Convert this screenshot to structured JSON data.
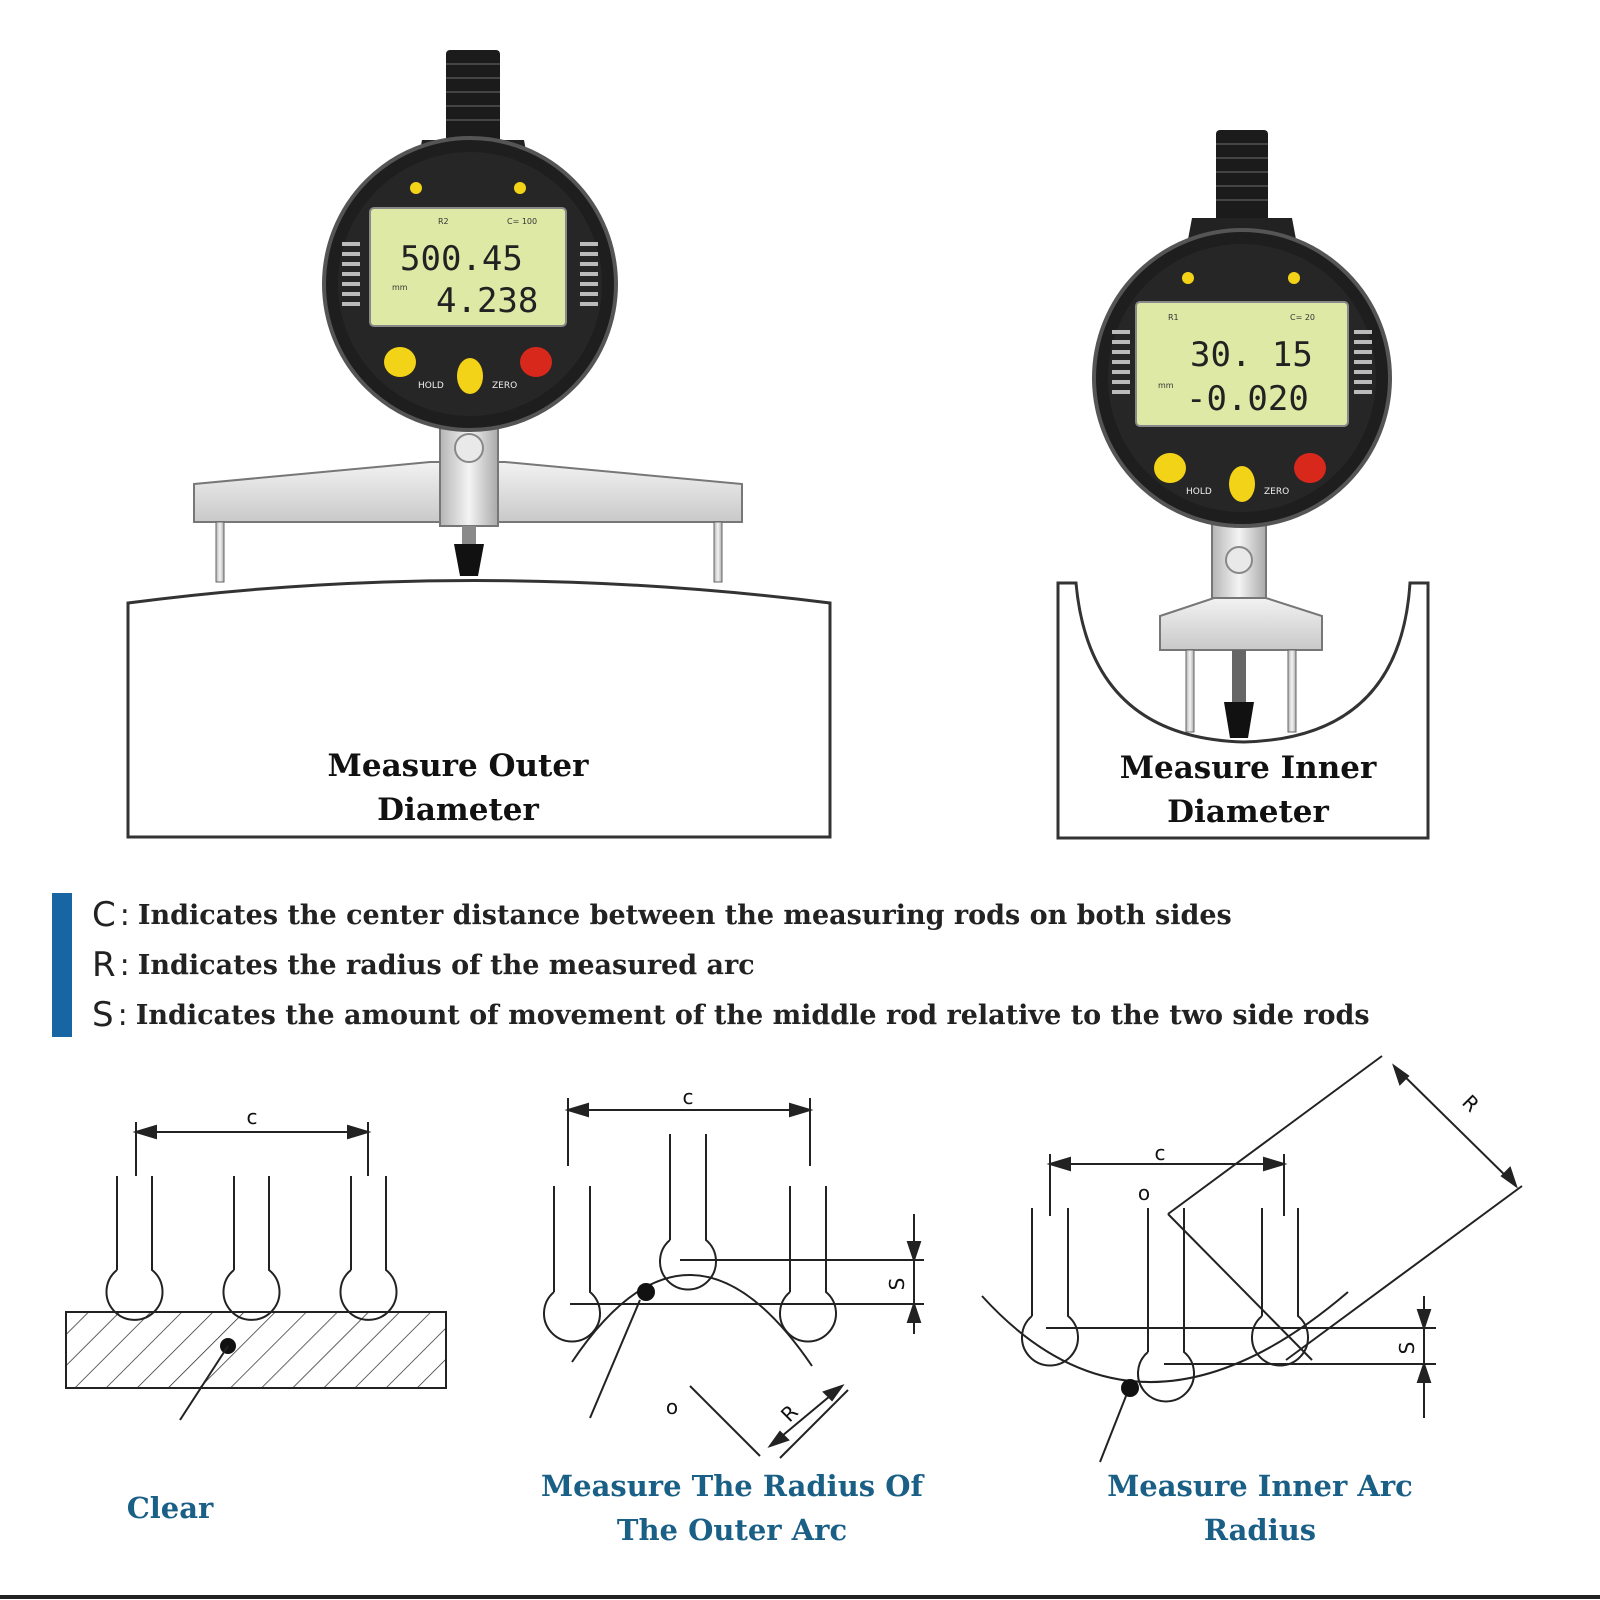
{
  "left_panel": {
    "caption_line1": "Measure Outer",
    "caption_line2": "Diameter",
    "display_top": "500.45",
    "display_bottom": "4.238",
    "lcd_label_left": "R2",
    "lcd_label_right": "C= 100",
    "lcd_unit": "mm",
    "hold_label": "HOLD",
    "zero_label": "ZERO"
  },
  "right_panel": {
    "caption_line1": "Measure Inner",
    "caption_line2": "Diameter",
    "display_top": "30. 15",
    "display_bottom": "-0.020",
    "lcd_label_left": "R1",
    "lcd_label_right": "C= 20",
    "lcd_unit": "mm",
    "hold_label": "HOLD",
    "zero_label": "ZERO"
  },
  "legend": [
    {
      "key": "C",
      "text": "Indicates the center distance between the measuring rods on both sides"
    },
    {
      "key": "R",
      "text": "Indicates the radius of the measured arc"
    },
    {
      "key": "S",
      "text": "Indicates the amount of movement of the middle rod relative to the two side rods"
    }
  ],
  "diagrams": {
    "clear": {
      "caption": "Clear",
      "c_label": "c"
    },
    "outer": {
      "caption_line1": "Measure The Radius Of",
      "caption_line2": "The Outer Arc",
      "c_label": "c",
      "s_label": "S",
      "r_label": "R",
      "o_label": "o"
    },
    "inner": {
      "caption_line1": "Measure Inner Arc",
      "caption_line2": "Radius",
      "c_label": "c",
      "s_label": "S",
      "r_label": "R",
      "o_label": "o"
    }
  },
  "colors": {
    "legend_bar": "#1765a3",
    "caption_blue": "#1a5f86",
    "lcd": "#dfe9a6",
    "button_yellow": "#f3d318",
    "button_red": "#d8281c"
  }
}
